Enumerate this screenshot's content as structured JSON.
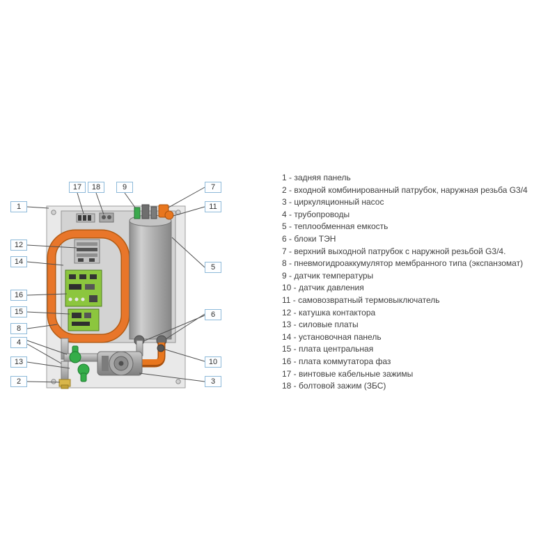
{
  "legend": {
    "items": [
      "1 - задняя панель",
      "2 - входной комбинированный патрубок, наружная резьба G3/4",
      "3 - циркуляционный насос",
      "4 - трубопроводы",
      "5 - теплообменная емкость",
      "6 - блоки ТЭН",
      "7 - верхний выходной патрубок с наружной резьбой G3/4.",
      "8 - пневмогидроаккумулятор мембранного типа (экспанзомат)",
      "9 - датчик температуры",
      "10 - датчик давления",
      "11 - самовозвратный термовыключатель",
      "12 - катушка контактора",
      "13 - силовые платы",
      "14 - установочная панель",
      "15 - плата центральная",
      "16 - плата коммутатора фаз",
      "17 - винтовые кабельные зажимы",
      "18 - болтовой зажим (ЗБС)"
    ]
  },
  "callouts": {
    "c1": "1",
    "c2": "2",
    "c3": "3",
    "c4": "4",
    "c5": "5",
    "c6": "6",
    "c7": "7",
    "c8": "8",
    "c9": "9",
    "c10": "10",
    "c11": "11",
    "c12": "12",
    "c13": "13",
    "c14": "14",
    "c15": "15",
    "c16": "16",
    "c17": "17",
    "c18": "18"
  },
  "colors": {
    "callout_border": "#8db9d9",
    "coil_orange": "#e8762a",
    "pcb_green": "#8cc63e",
    "valve_green": "#35ad49",
    "fitting_orange": "#e8761e",
    "brass_yellow": "#d9b64a",
    "panel_gray": "#d3d3d3",
    "tank_gray": "#a7a7a7",
    "legend_text": "#3f3f3f"
  }
}
